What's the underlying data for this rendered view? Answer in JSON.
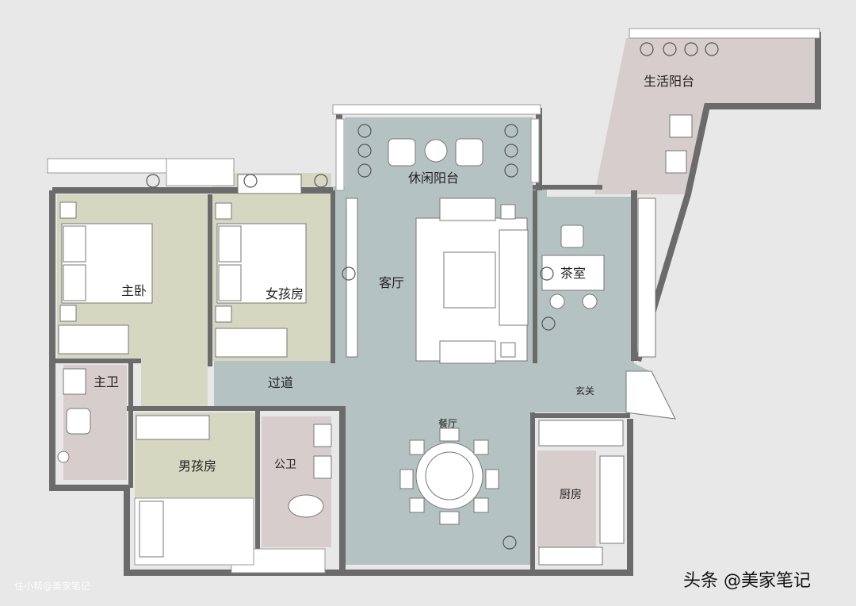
{
  "rooms": {
    "balcony_service": "生活阳台",
    "balcony_leisure": "休闲阳台",
    "living_room": "客厅",
    "tea_room": "茶室",
    "master_bedroom": "主卧",
    "girl_room": "女孩房",
    "corridor": "过道",
    "entrance": "玄关",
    "master_bath": "主卫",
    "boy_room": "男孩房",
    "public_bath": "公卫",
    "dining_room": "餐厅",
    "kitchen": "厨房"
  },
  "watermark": "住小帮@美家笔记",
  "brand": "头条 @美家笔记",
  "colors": {
    "background": "#e8e8e8",
    "wall": "#6b6b6b",
    "public_zone": "#b4c3c2",
    "bedroom_zone": "#d6d7c1",
    "wet_zone": "#d7cdcd",
    "furniture": "#ffffff"
  }
}
